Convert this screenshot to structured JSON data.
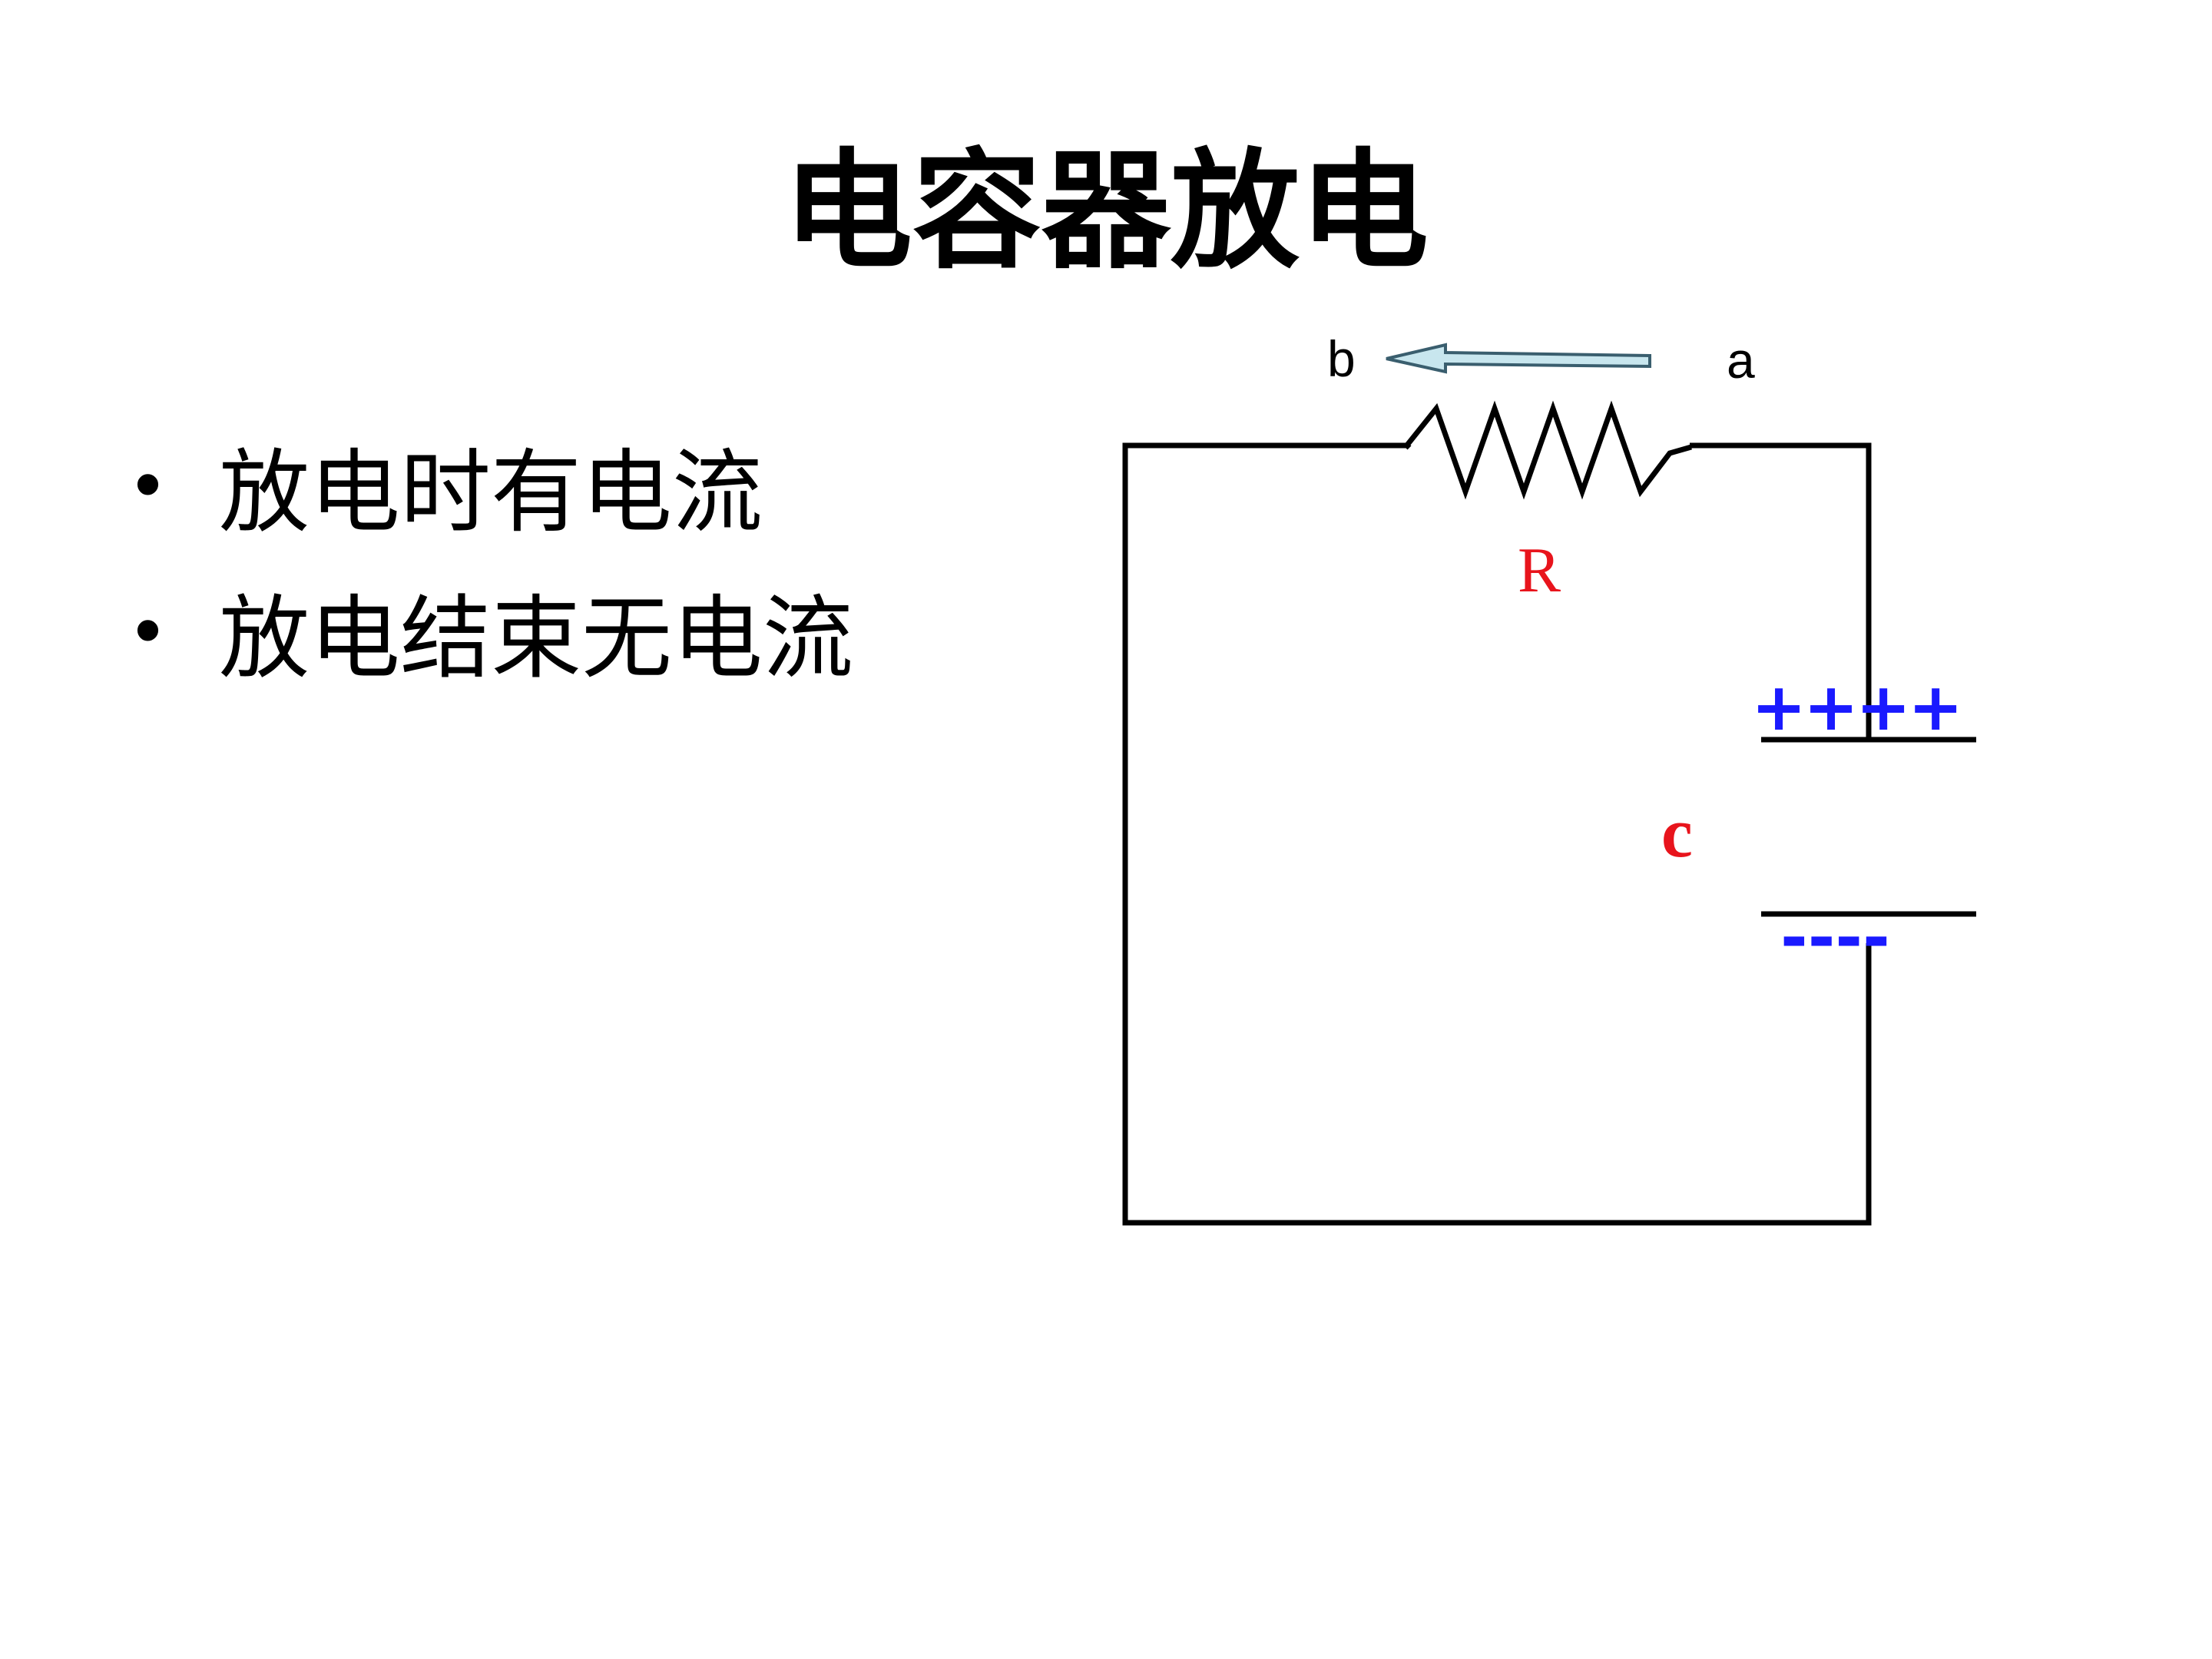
{
  "slide": {
    "title": "电容器放电",
    "bullets": [
      "放电时有电流",
      "放电结束无电流"
    ]
  },
  "diagram": {
    "node_a_label": "a",
    "node_b_label": "b",
    "resistor_label": "R",
    "capacitor_label": "c",
    "positive_charges": "++++",
    "negative_charges": "----",
    "colors": {
      "wire": "#000000",
      "component_label": "#e8141c",
      "charge": "#1a1aff",
      "arrow_fill": "#c8e6ee",
      "arrow_stroke": "#3a5e6e"
    }
  }
}
